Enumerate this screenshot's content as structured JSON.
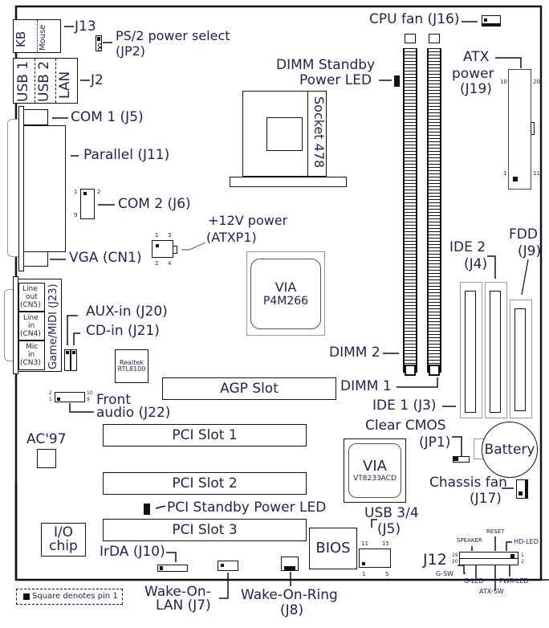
{
  "board": {
    "rear_panel": {
      "kb": "KB",
      "mouse": "Mouse",
      "j13": "J13",
      "usb1": "USB 1",
      "usb2": "USB 2",
      "lan": "LAN",
      "j2": "J2",
      "com1": "COM 1 (J5)",
      "parallel": "Parallel (J11)",
      "vga": "VGA (CN1)",
      "line_out": [
        "Line",
        "out",
        "(CN5)"
      ],
      "line_in": [
        "Line",
        "in",
        "(CN4)"
      ],
      "mic_in": [
        "Mic",
        "in",
        "(CN3)"
      ],
      "game_midi": "Game/MIDI (J23)"
    },
    "jumpers": {
      "ps2_power_select": [
        "PS/2 power select",
        "(JP2)"
      ],
      "clear_cmos": [
        "Clear CMOS",
        "(JP1)"
      ]
    },
    "connectors": {
      "com2": "COM 2 (J6)",
      "com2_pins": {
        "p1": "1",
        "p2": "2",
        "p9": "9"
      },
      "atxp1": [
        "+12V power",
        "(ATXP1)"
      ],
      "atxp1_pins": {
        "p1": "1",
        "p3": "3",
        "p2": "2",
        "p4": "4"
      },
      "aux_in": "AUX-in (J20)",
      "cd_in": "CD-in (J21)",
      "front_audio": [
        "Front",
        "audio (J22)"
      ],
      "front_audio_pins": {
        "p2": "2",
        "p1": "1",
        "p10": "10",
        "p9": "9"
      },
      "cpu_fan": "CPU fan (J16)",
      "atx_power": [
        "ATX",
        "power",
        "(J19)"
      ],
      "atx_power_pins": {
        "p10": "10",
        "p20": "20",
        "p1": "1",
        "p11": "11"
      },
      "ide2": [
        "IDE 2",
        "(J4)"
      ],
      "ide1": "IDE 1 (J3)",
      "fdd": [
        "FDD",
        "(J9)"
      ],
      "chassis_fan": [
        "Chassis fan",
        "(J17)"
      ],
      "usb34": [
        "USB 3/4",
        "(J5)"
      ],
      "usb34_pins": {
        "p11": "11",
        "p15": "15",
        "p1": "1",
        "p5": "5"
      },
      "irda": "IrDA (J10)",
      "wake_on_lan": [
        "Wake-On-",
        "LAN (J7)"
      ],
      "wake_on_ring": [
        "Wake-On-Ring",
        "(J8)"
      ],
      "j12": "J12",
      "j12_pins": {
        "p19": "19",
        "p20": "20",
        "p1": "1",
        "p2": "2"
      },
      "j12_labels": {
        "speaker": "SPEAKER",
        "reset": "RESET",
        "hd_led": "HD-LED",
        "g_sw": "G-SW",
        "g_led": "G-LED",
        "atx_sw": "ATX-SW",
        "pwr_led": "PWR-LED"
      }
    },
    "components": {
      "dimm_standby_led": [
        "DIMM Standby",
        "Power LED"
      ],
      "socket": "Socket 478",
      "northbridge": [
        "VIA",
        "P4M266"
      ],
      "southbridge": [
        "VIA",
        "VT8233ACD"
      ],
      "lan_chip": [
        "Realtek",
        "RTL8100"
      ],
      "ac97": "AC'97",
      "io_chip": [
        "I/O",
        "chip"
      ],
      "bios": "BIOS",
      "battery": "Battery",
      "dimm2": "DIMM 2",
      "dimm1": "DIMM 1",
      "agp": "AGP Slot",
      "pci1": "PCI Slot 1",
      "pci2": "PCI Slot 2",
      "pci3": "PCI Slot 3",
      "pci_standby_led": "PCI Standby Power LED"
    },
    "legend": "Square denotes pin 1"
  }
}
